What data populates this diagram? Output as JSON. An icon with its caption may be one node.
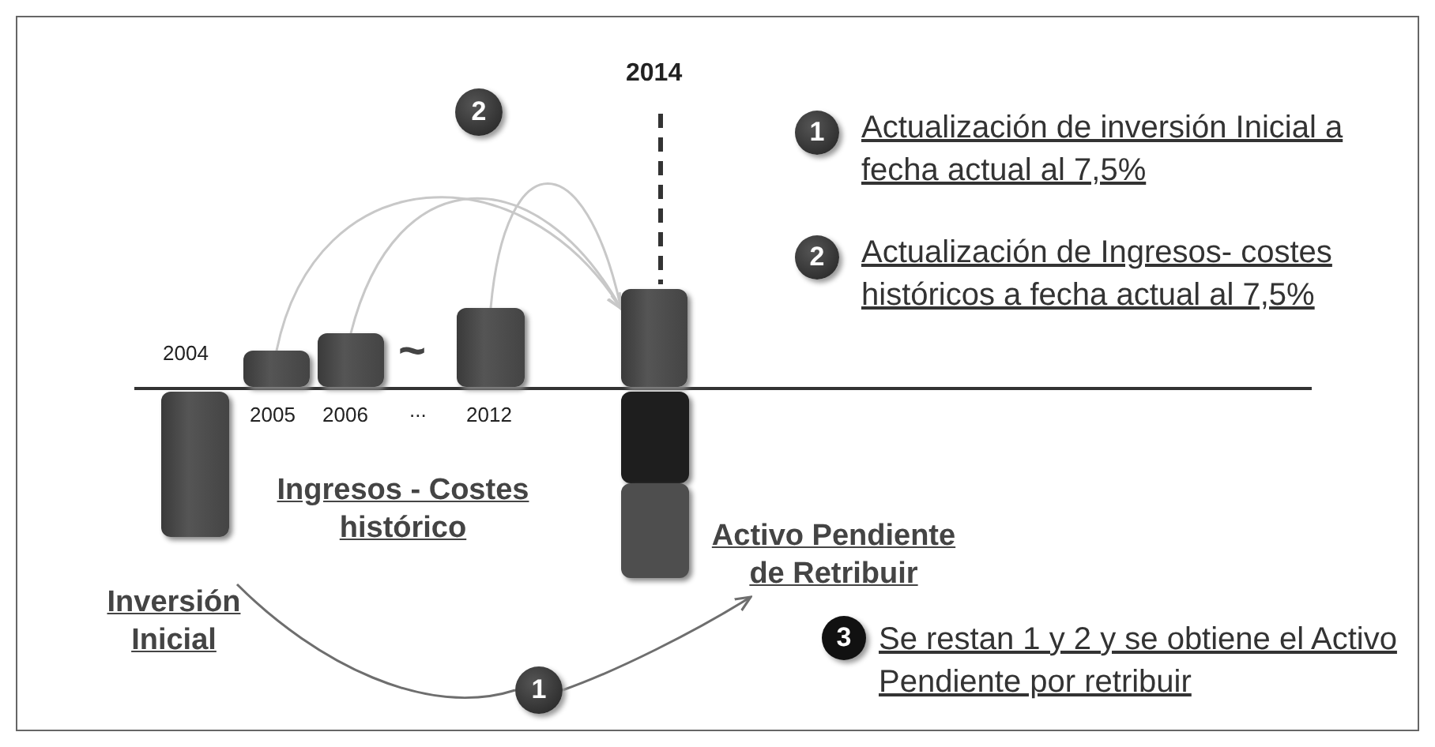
{
  "diagram": {
    "nodes": [
      {
        "text": [
          "2"
        ]
      },
      {
        "text": [
          "1"
        ]
      },
      {
        "text": [
          "2"
        ]
      },
      {
        "text": [],
        "shape": "bar"
      },
      {
        "text": [],
        "shape": "bar",
        "beside": [
          "2005"
        ]
      },
      {
        "text": [],
        "shape": "bar",
        "beside": [
          "2006"
        ]
      },
      {
        "text": [],
        "shape": "bar",
        "beside": [
          "2012"
        ]
      },
      {
        "text": [],
        "shape": "bar",
        "beside": [
          "2004"
        ]
      },
      {
        "text": [],
        "shape": "bar"
      },
      {
        "text": [],
        "shape": "bar"
      },
      {
        "text": [
          "Inversión Inicial"
        ]
      },
      {
        "text": [
          "Activo Pendiente de Retribuir"
        ]
      },
      {
        "text": [
          "3"
        ]
      },
      {
        "text": [
          "1"
        ]
      }
    ],
    "edges": [
      {
        "from": 4,
        "to": 3,
        "arrow": "to"
      },
      {
        "from": 5,
        "to": 3,
        "arrow": "to"
      },
      {
        "from": 6,
        "to": 3,
        "arrow": "to"
      },
      {
        "from": 10,
        "to": 13,
        "arrow": "none",
        "color": "#6e6e6e"
      },
      {
        "from": 13,
        "to": 11,
        "arrow": "to",
        "color": "#6e6e6e"
      }
    ],
    "labels": [
      "2014",
      "Actualización de inversión Inicial a fecha actual al 7,5%",
      "Actualización de Ingresos- costes históricos a fecha actual al 7,5%",
      "~",
      "...",
      "Ingresos - Costes histórico",
      "Se restan 1 y 2 y se obtiene el Activo Pendiente por retribuir"
    ]
  }
}
